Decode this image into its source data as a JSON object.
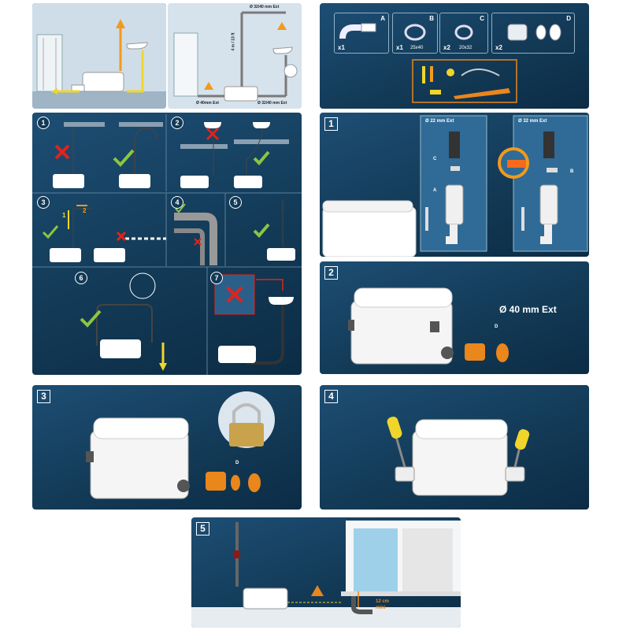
{
  "overview": {
    "left_label": "Ø 40mm Ext",
    "top_label": "Ø 32/40 mm Ext",
    "vertical_label": "4 m / 13 ft",
    "horizontal_label": "Ø 32/40 mm Ext"
  },
  "kit": {
    "items": [
      {
        "letter": "A",
        "qty": "x1",
        "size": ""
      },
      {
        "letter": "B",
        "qty": "x1",
        "size": "25x40"
      },
      {
        "letter": "C",
        "qty": "x2",
        "size": "20x32"
      },
      {
        "letter": "D",
        "qty": "x2",
        "size": ""
      }
    ]
  },
  "rules": {
    "steps": [
      "1",
      "2",
      "3",
      "4",
      "5",
      "6",
      "7"
    ],
    "step3_arrow1": "1",
    "step3_arrow2": "2"
  },
  "step1": {
    "number": "1",
    "col1_title": "Ø 22 mm Ext",
    "col2_title": "Ø 32 mm Ext",
    "parts": {
      "A": "A",
      "B": "B",
      "C": "C"
    }
  },
  "step2": {
    "number": "2",
    "diameter_label": "Ø 40 mm Ext",
    "part": "D"
  },
  "step3": {
    "number": "3",
    "part": "D"
  },
  "step4": {
    "number": "4"
  },
  "step5": {
    "number": "5",
    "min_height": "12 cm",
    "min_label": "mini"
  },
  "colors": {
    "panel": "#123955",
    "orange": "#e9861c",
    "yellow": "#f0d62a",
    "check": "#8cc63f",
    "cross": "#e2231a"
  }
}
